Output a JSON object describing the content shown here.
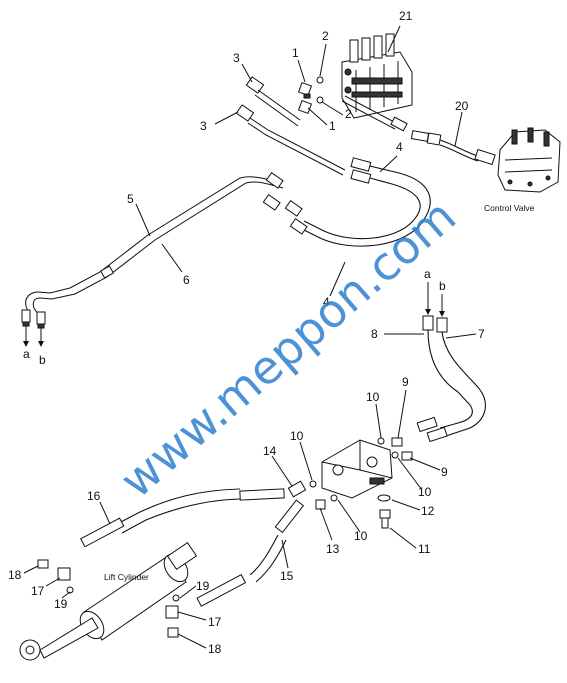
{
  "callouts": [
    "21",
    "1",
    "2",
    "3",
    "1",
    "2",
    "3",
    "20",
    "4",
    "5",
    "6",
    "4",
    "a",
    "b",
    "a",
    "b",
    "8",
    "7",
    "10",
    "9",
    "10",
    "14",
    "9",
    "10",
    "16",
    "12",
    "13",
    "10",
    "11",
    "18",
    "17",
    "19",
    "15",
    "19",
    "17",
    "18"
  ],
  "captions": {
    "control_valve": "Control Valve",
    "lift_cylinder": "Lift Cylinder"
  },
  "watermark": "www.meppon.com",
  "colors": {
    "line": "#111111",
    "watermark": "#2f7fd0",
    "background": "#ffffff"
  }
}
